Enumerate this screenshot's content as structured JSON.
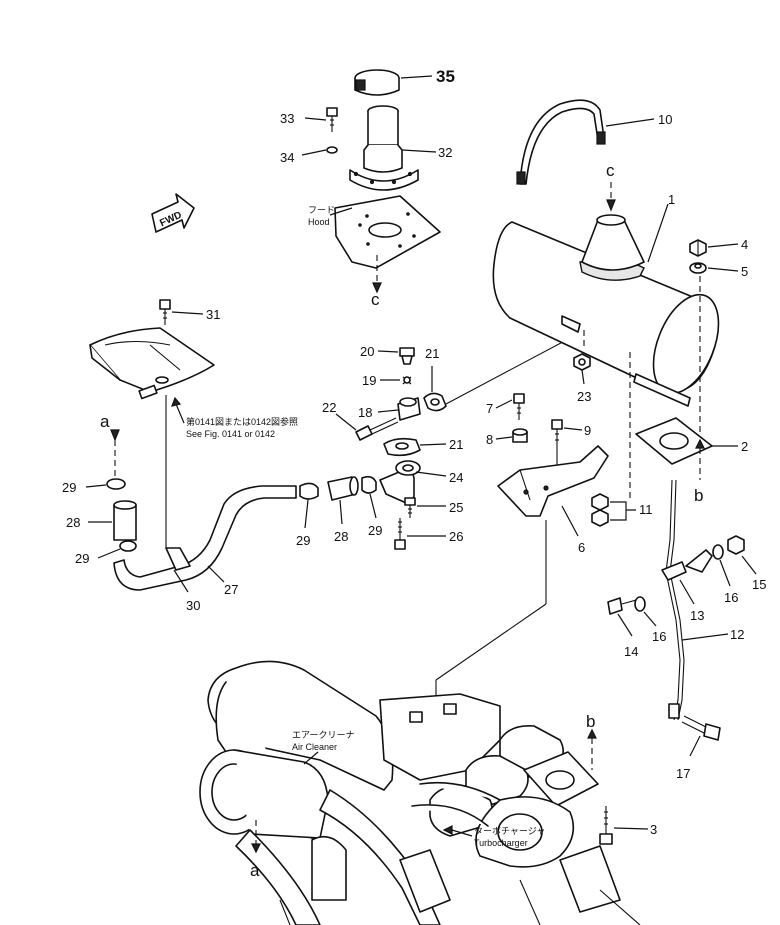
{
  "part_numbers": {
    "p1": "1",
    "p2": "2",
    "p3": "3",
    "p4": "4",
    "p5": "5",
    "p6": "6",
    "p7": "7",
    "p8": "8",
    "p9": "9",
    "p10": "10",
    "p11": "11",
    "p12": "12",
    "p13": "13",
    "p14": "14",
    "p15": "15",
    "p16a": "16",
    "p16b": "16",
    "p17": "17",
    "p18": "18",
    "p19": "19",
    "p20": "20",
    "p21a": "21",
    "p21b": "21",
    "p22": "22",
    "p23": "23",
    "p24": "24",
    "p25": "25",
    "p26": "26",
    "p27": "27",
    "p28a": "28",
    "p28b": "28",
    "p29a": "29",
    "p29b": "29",
    "p29c": "29",
    "p29d": "29",
    "p30": "30",
    "p31": "31",
    "p32": "32",
    "p33": "33",
    "p34": "34",
    "p35": "35"
  },
  "connection_letters": {
    "a_top": "a",
    "a_bottom": "a",
    "b_top": "b",
    "b_bottom": "b",
    "c_top": "c",
    "c_bottom": "c"
  },
  "labels": {
    "fwd": "FWD",
    "hood_jp": "フード",
    "hood_en": "Hood",
    "ref_jp": "第0141図または0142図参照",
    "ref_en": "See Fig. 0141 or 0142",
    "air_cleaner_jp": "エアークリーナ",
    "air_cleaner_en": "Air Cleaner",
    "turbo_jp": "ターボチャージャ",
    "turbo_en": "Turbocharger"
  }
}
